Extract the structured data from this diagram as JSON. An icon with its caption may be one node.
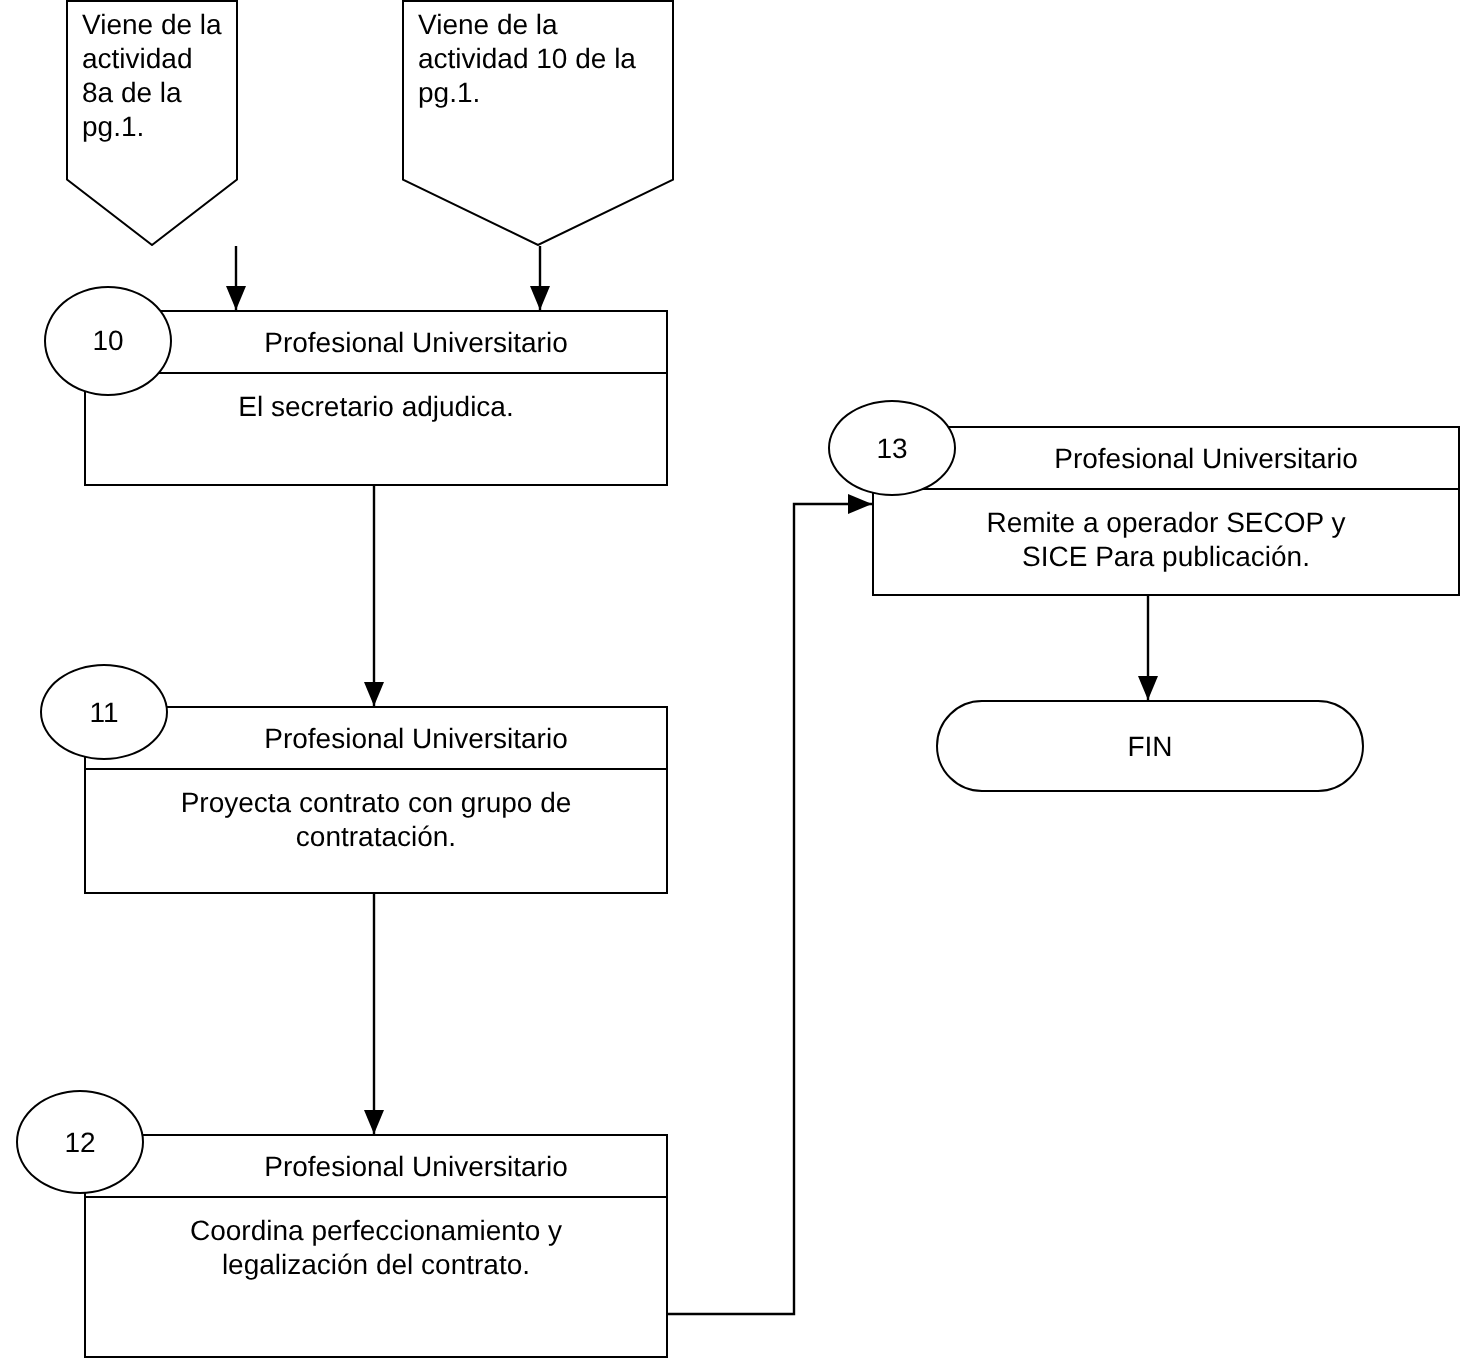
{
  "diagram": {
    "nodes": [
      {
        "text": [
          "Viene de la actividad 8a de la pg.1."
        ]
      },
      {
        "text": [
          "Viene de la actividad 10 de la pg.1."
        ]
      },
      {
        "text": [
          "10"
        ]
      },
      {
        "text": [
          "Profesional Universitario",
          "El secretario adjudica."
        ]
      },
      {
        "text": [
          "11"
        ]
      },
      {
        "text": [
          "Profesional Universitario",
          "Proyecta contrato con grupo de contratación."
        ]
      },
      {
        "text": [
          "12"
        ]
      },
      {
        "text": [
          "Profesional Universitario",
          "Coordina perfeccionamiento y legalización del contrato."
        ]
      },
      {
        "text": [
          "13"
        ]
      },
      {
        "text": [
          "Profesional Universitario",
          "Remite a operador SECOP y SICE Para publicación."
        ]
      },
      {
        "text": [
          "FIN"
        ]
      }
    ],
    "edges": [
      {
        "from": 0,
        "to": 3,
        "arrow": "to"
      },
      {
        "from": 1,
        "to": 3,
        "arrow": "to"
      },
      {
        "from": 3,
        "to": 5,
        "arrow": "to"
      },
      {
        "from": 5,
        "to": 7,
        "arrow": "to"
      },
      {
        "from": 7,
        "to": 9,
        "arrow": "to"
      },
      {
        "from": 9,
        "to": 10,
        "arrow": "to"
      }
    ]
  }
}
